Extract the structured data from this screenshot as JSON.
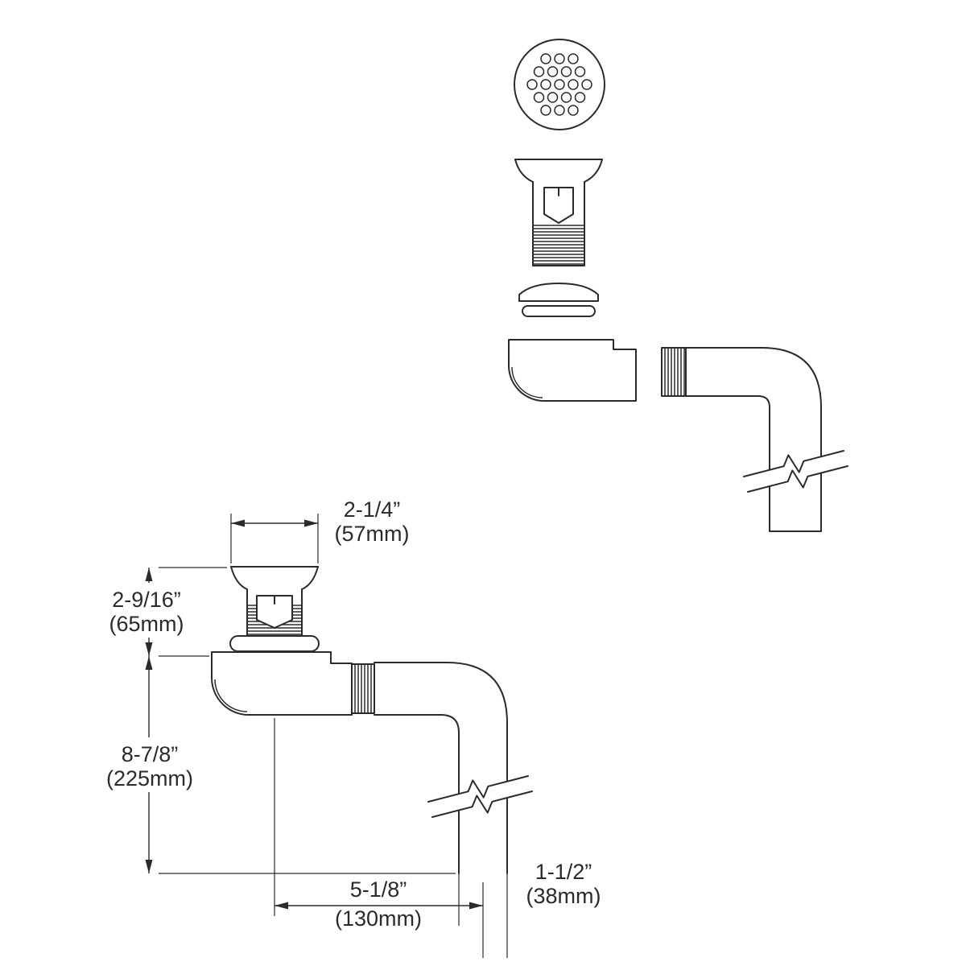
{
  "diagram": {
    "type": "technical-dimension-drawing",
    "subject": "sink-drain-assembly-exploded-and-assembled-views",
    "line_color": "#2b2b2b",
    "background_color": "#ffffff"
  },
  "dimensions": {
    "flange_width": {
      "in": "2-1/4”",
      "mm": "(57mm)"
    },
    "drain_height": {
      "in": "2-9/16”",
      "mm": "(65mm)"
    },
    "overall_height": {
      "in": "8-7/8”",
      "mm": "(225mm)"
    },
    "outlet_offset": {
      "in": "5-1/8”",
      "mm": "(130mm)"
    },
    "outlet_diameter": {
      "in": "1-1/2”",
      "mm": "(38mm)"
    }
  }
}
